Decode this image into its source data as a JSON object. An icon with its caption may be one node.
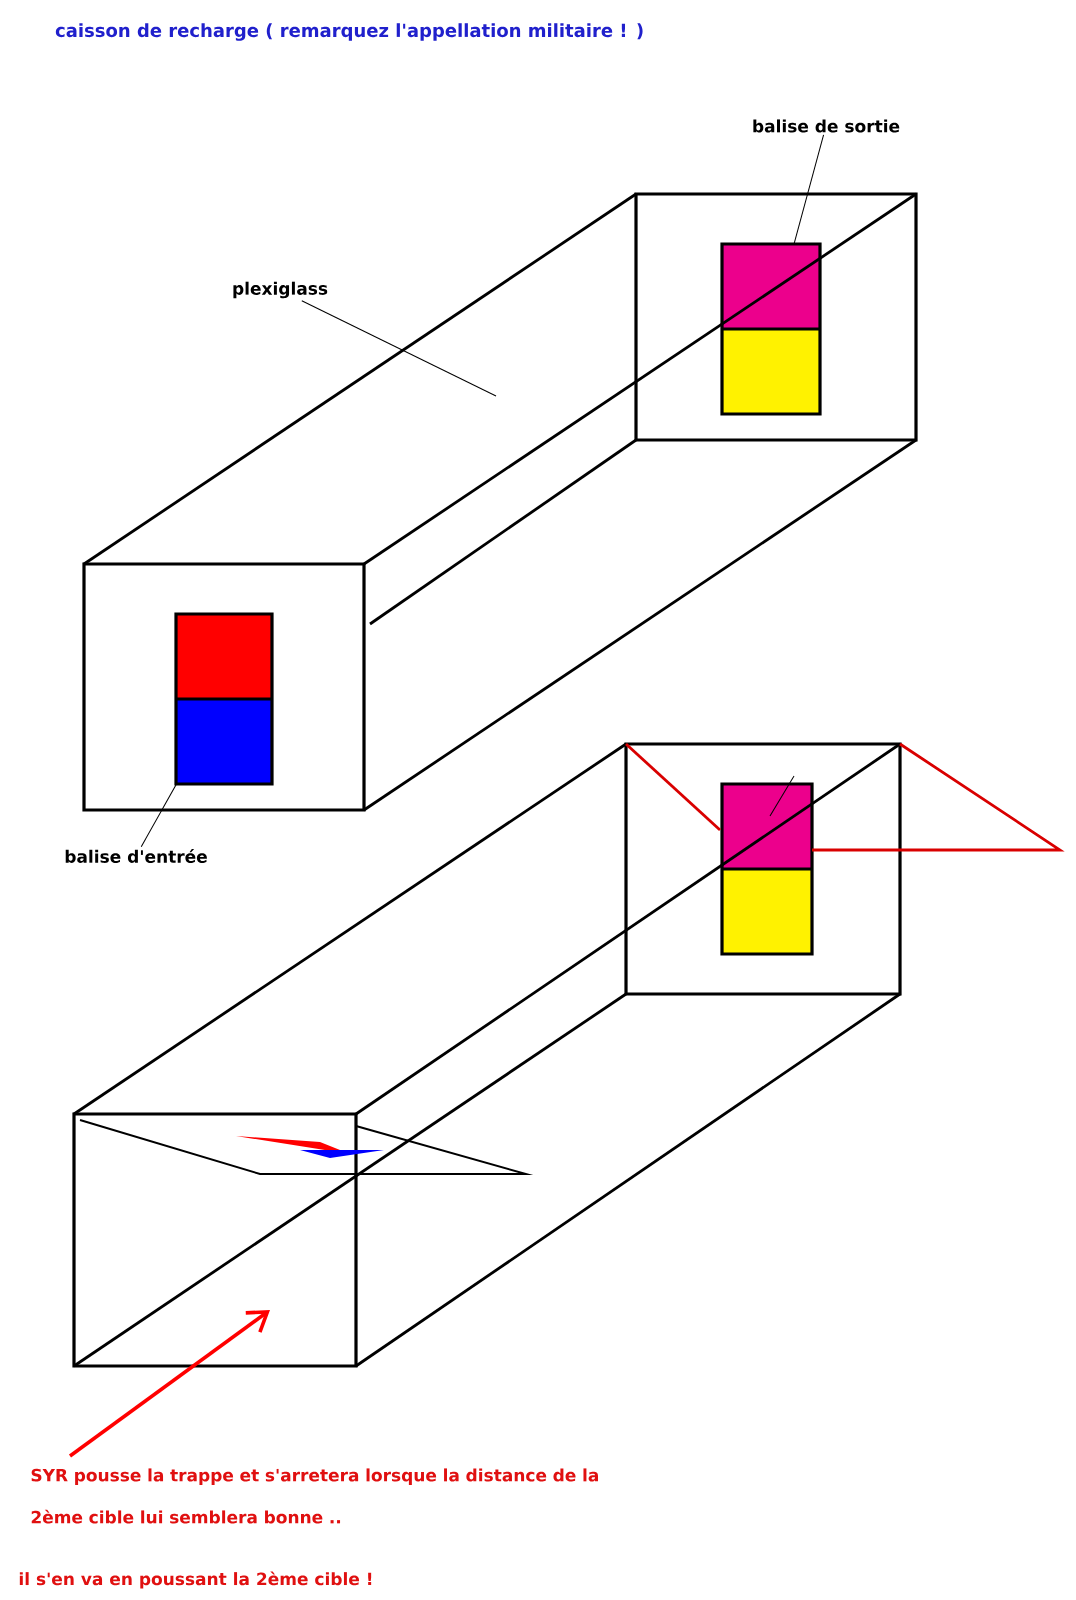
{
  "diagram": {
    "title": "caisson de recharge ( remarquez l'appellation militaire ! )",
    "nodes": [
      {
        "text": [
          "balise de sortie"
        ]
      },
      {
        "text": [],
        "shape": "box"
      },
      {
        "text": [
          "plexiglass"
        ]
      },
      {
        "text": [
          "balise d'entrée"
        ]
      },
      {
        "text": [],
        "shape": "box"
      },
      {
        "text": [],
        "shape": "box"
      },
      {
        "text": [
          "SYR pousse la trappe et s'arretera lorsque la distance de la 2ème cible lui semblera bonne .."
        ]
      }
    ],
    "edges": [
      {
        "from": 0,
        "to": 1,
        "arrow": "none"
      },
      {
        "from": 2,
        "to": null,
        "arrow": "none"
      },
      {
        "from": 3,
        "to": 4,
        "arrow": "none"
      },
      {
        "from": 6,
        "to": null,
        "arrow": "to",
        "color": "#ff0000"
      }
    ],
    "labels": [
      "il s'en va en poussant la 2ème cible !"
    ]
  }
}
